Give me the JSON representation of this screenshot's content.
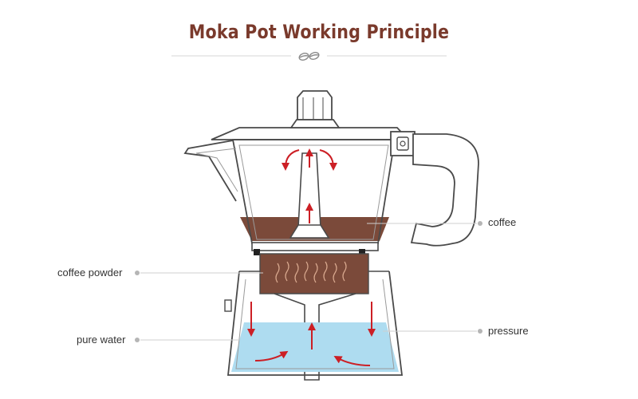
{
  "title": "Moka Pot Working Principle",
  "labels": {
    "coffee": "coffee",
    "coffee_powder": "coffee powder",
    "pure_water": "pure water",
    "pressure": "pressure"
  },
  "colors": {
    "title": "#7a3a2c",
    "outline": "#4a4a4a",
    "coffee": "#7b4a3a",
    "coffee_dark": "#5e3326",
    "water": "#aedcf0",
    "arrow": "#cc1f25",
    "leader": "#cfcfcf",
    "dot": "#b5b5b5"
  },
  "icons": {
    "divider": "coffee-beans-icon"
  }
}
